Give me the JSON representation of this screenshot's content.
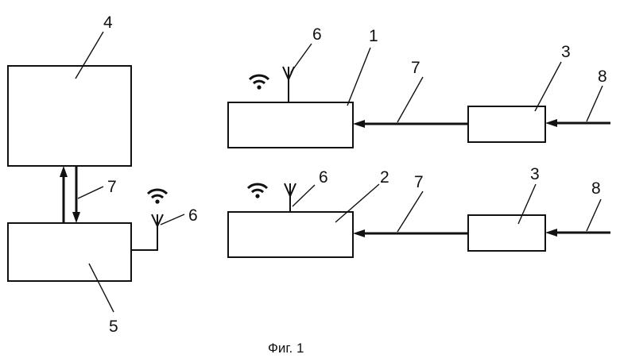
{
  "labels": {
    "block_4": "4",
    "block_5": "5",
    "block_1": "1",
    "block_2": "2",
    "block_3_top": "3",
    "block_3_bottom": "3",
    "antenna_left": "6",
    "antenna_top": "6",
    "antenna_bottom": "6",
    "link_left": "7",
    "link_top": "7",
    "link_bottom": "7",
    "input_top": "8",
    "input_bottom": "8"
  },
  "caption": "Фиг. 1",
  "icons": {
    "wifi": "wifi-icon",
    "antenna": "antenna-icon"
  }
}
